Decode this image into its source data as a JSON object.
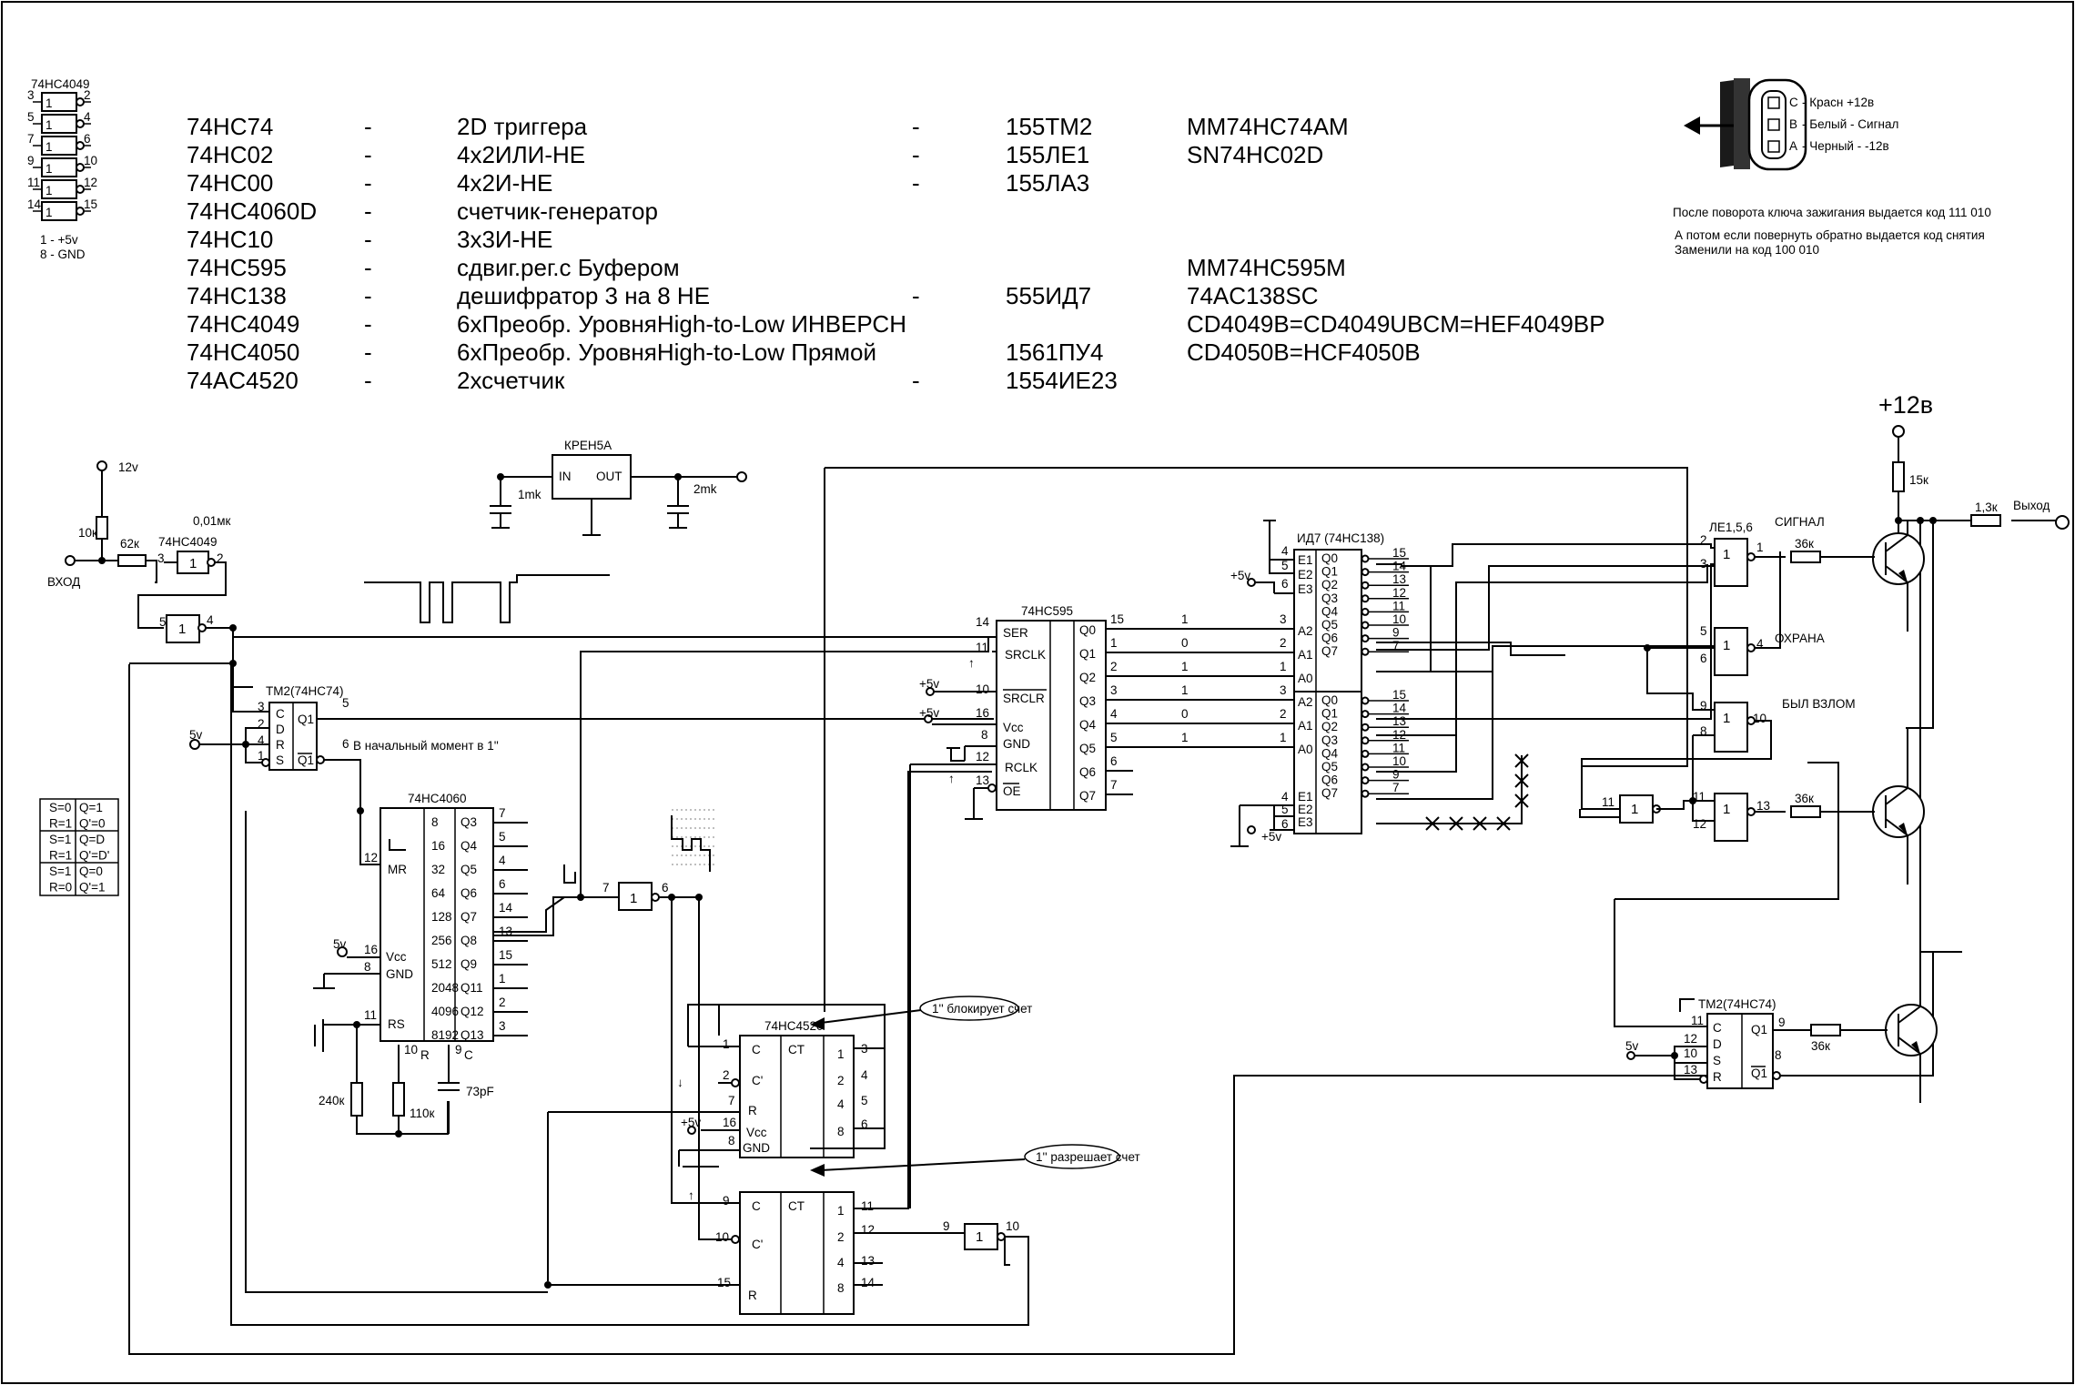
{
  "table": {
    "rows": [
      {
        "chip": "74HC74",
        "dash": "-",
        "desc": "2D триггера",
        "dash2": "-",
        "ru": "155ТМ2",
        "alt": "MM74HC74AM"
      },
      {
        "chip": "74HC02",
        "dash": "-",
        "desc": "4x2ИЛИ-НЕ",
        "dash2": "-",
        "ru": "155ЛЕ1",
        "alt": "SN74HC02D"
      },
      {
        "chip": "74HC00",
        "dash": "-",
        "desc": "4x2И-НЕ",
        "dash2": "-",
        "ru": "155ЛА3",
        "alt": ""
      },
      {
        "chip": "74HC4060D",
        "dash": "-",
        "desc": "счетчик-генератор",
        "dash2": "",
        "ru": "",
        "alt": ""
      },
      {
        "chip": "74HC10",
        "dash": "-",
        "desc": "3x3И-НЕ",
        "dash2": "",
        "ru": "",
        "alt": ""
      },
      {
        "chip": "74HC595",
        "dash": "-",
        "desc": "сдвиг.рег.с Буфером",
        "dash2": "",
        "ru": "",
        "alt": "MM74HC595M"
      },
      {
        "chip": "74HC138",
        "dash": "-",
        "desc": "дешифратор 3 на 8 НЕ",
        "dash2": "-",
        "ru": "555ИД7",
        "alt": "74AC138SC"
      },
      {
        "chip": "74HC4049",
        "dash": "-",
        "desc": "6хПреобр. УровняHigh-to-Low ИНВЕРСН",
        "dash2": "",
        "ru": "",
        "alt": "CD4049B=CD4049UBCM=HEF4049BP"
      },
      {
        "chip": "74HC4050",
        "dash": "-",
        "desc": "6хПреобр. УровняHigh-to-Low Прямой",
        "dash2": "",
        "ru": "1561ПУ4",
        "alt": "CD4050B=HCF4050B"
      },
      {
        "chip": "74AC4520",
        "dash": "-",
        "desc": "2хсчетчик",
        "dash2": "-",
        "ru": "1554ИЕ23",
        "alt": ""
      }
    ]
  },
  "pinout4049": {
    "title": "74HC4049",
    "gates": [
      [
        "3",
        "1",
        "2"
      ],
      [
        "5",
        "1",
        "4"
      ],
      [
        "7",
        "1",
        "6"
      ],
      [
        "9",
        "1",
        "10"
      ],
      [
        "11",
        "1",
        "12"
      ],
      [
        "14",
        "1",
        "15"
      ]
    ],
    "power1": "1 - +5v",
    "power2": "8 - GND"
  },
  "connector": {
    "pins": [
      {
        "p": "C",
        "t": "- Красн     +12в"
      },
      {
        "p": "B",
        "t": "- Белый - Сигнал"
      },
      {
        "p": "A",
        "t": "- Черный -  -12в"
      }
    ]
  },
  "notes": [
    "После поворота ключа зажигания выдается код 111 010",
    "А потом если повернуть обратно выдается код снятия",
    "Заменили на код 100 010"
  ],
  "truth": [
    "S=0",
    "Q=1",
    "R=1",
    "Q'=0",
    "S=1",
    "Q=D",
    "R=1",
    "Q'=D'",
    "S=1",
    "Q=0",
    "R=0",
    "Q'=1"
  ],
  "labels": {
    "v12": "12v",
    "r10k": "10к",
    "r62k": "62к",
    "cap001": "0,01мк",
    "in": "ВХОД",
    "inv1": "74HC4049",
    "kren": "КРЕН5А",
    "kin": "IN",
    "kout": "OUT",
    "c1": "1mk",
    "c2": "2mk",
    "tm2a": "ТМ2(74HC74)",
    "v5": "5v",
    "startnote": "В начальный момент в 1''",
    "c4060": "74HC4060",
    "c595": "74HC595",
    "id7": "ИД7 (74HC138)",
    "c4520": "74HC4520",
    "block": "1'' блокирует счет",
    "allow": "1'' разрешает счет",
    "le": "ЛЕ1,5,6",
    "signal": "СИГНАЛ",
    "ohrana": "ОХРАНА",
    "vzlom": "БЫЛ ВЗЛОМ",
    "plus12": "+12в",
    "r15k": "15к",
    "r13k": "1,3к",
    "out": "Выход",
    "r36k": "36к",
    "tm2b": "ТМ2(74HC74)",
    "p5v": "+5v",
    "r240": "240к",
    "r110": "110к",
    "c73": "73pF",
    "one": "1"
  }
}
